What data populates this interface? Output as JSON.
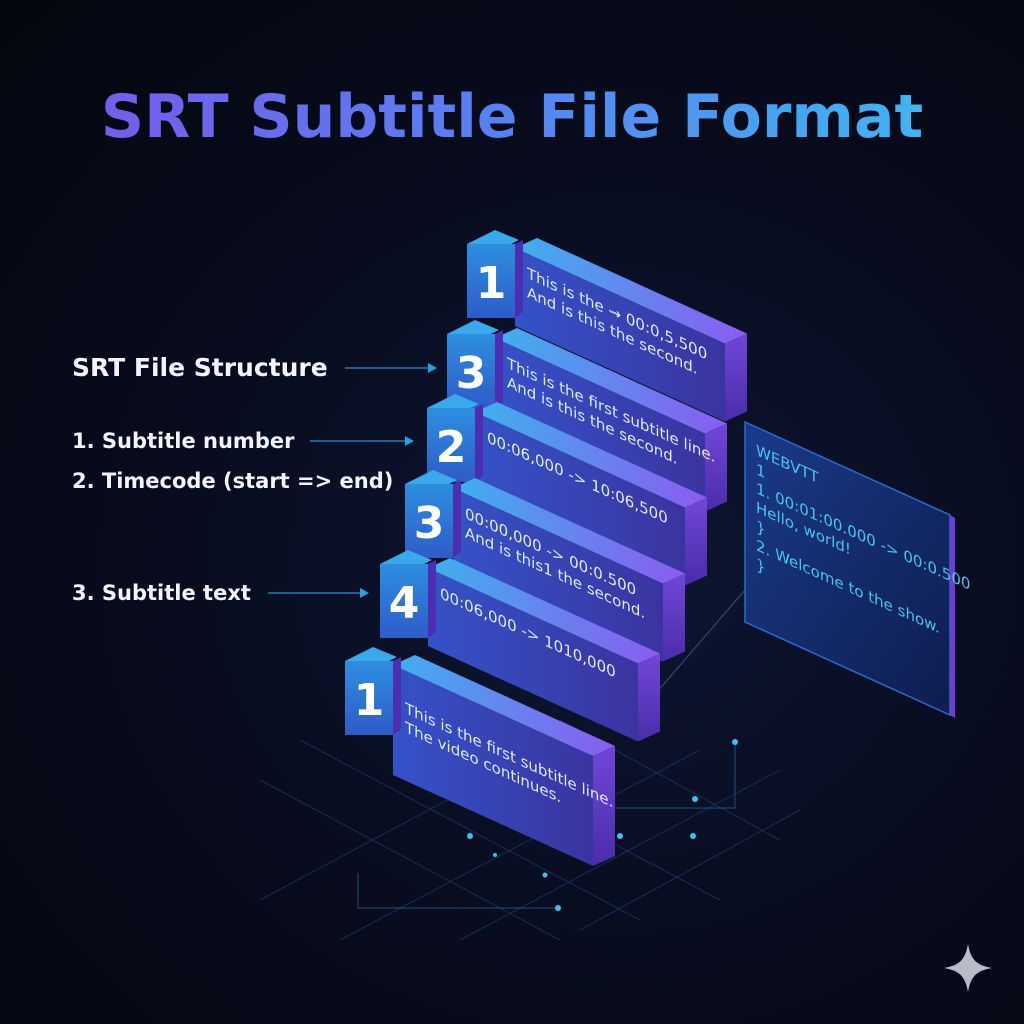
{
  "title": "SRT Subtitle File Format",
  "legend": {
    "heading": "SRT File Structure",
    "items": [
      "1. Subtitle number",
      "2. Timecode (start => end)",
      "3. Subtitle text"
    ]
  },
  "steps": [
    {
      "number": "1",
      "lines": [
        "This is the ⇝ 00:0,5,500",
        "And is this the second."
      ]
    },
    {
      "number": "3",
      "lines": [
        "This is the first subtitle line.",
        "And is this the second."
      ]
    },
    {
      "number": "2",
      "lines": [
        "00:06,000 -> 10:06,500"
      ]
    },
    {
      "number": "3",
      "lines": [
        "00:00,000 -> 00:0.500",
        "And is this1 the second."
      ]
    },
    {
      "number": "4",
      "lines": [
        "00:06,000 -> 1010,000"
      ]
    },
    {
      "number": "1",
      "lines": [
        "This is the first subtitle line.",
        "The video continues."
      ]
    }
  ],
  "webvtt": {
    "lines": [
      "WEBVTT",
      "1",
      "1.  00:01:00.000 -> 00:0.500",
      "     Hello, world!",
      "     }",
      "2.  Welcome to the show.",
      "}"
    ]
  },
  "colors": {
    "accent_cyan": "#38c2f0",
    "accent_purple": "#7b55e8",
    "slab_blue": "#3a4fc4"
  }
}
